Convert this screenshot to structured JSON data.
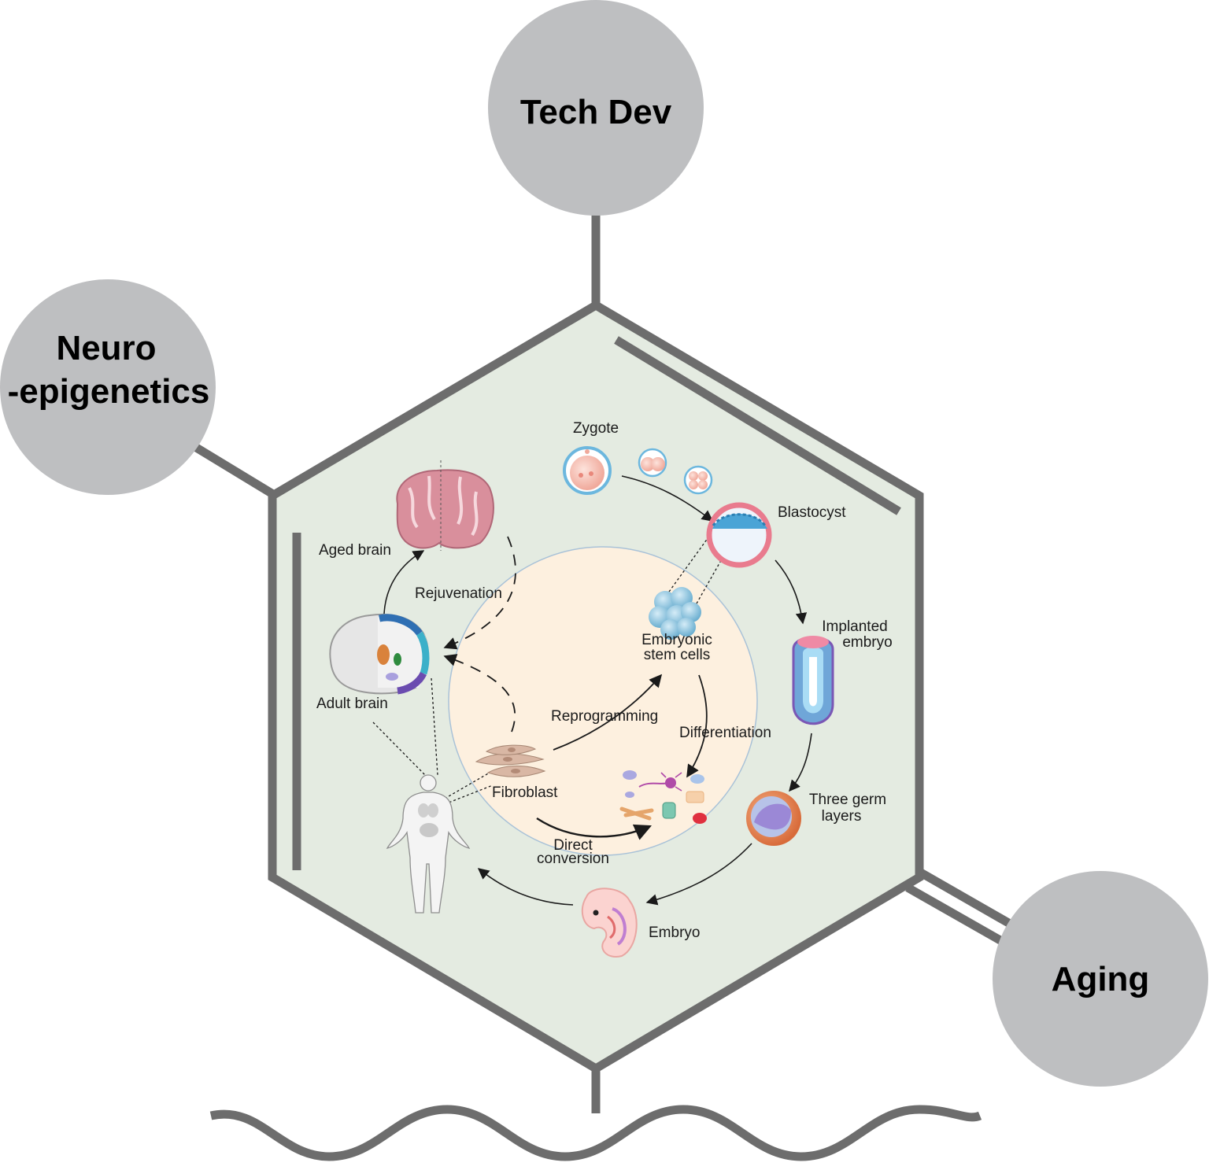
{
  "nodes": {
    "tech_dev": "Tech Dev",
    "neuro_line1": "Neuro",
    "neuro_line2": "-epigenetics",
    "aging": "Aging"
  },
  "cycle": {
    "zygote": "Zygote",
    "blastocyst": "Blastocyst",
    "implanted_line1": "Implanted",
    "implanted_line2": "embryo",
    "germ_line1": "Three germ",
    "germ_line2": "layers",
    "embryo": "Embryo",
    "adult_brain": "Adult brain",
    "aged_brain": "Aged brain",
    "rejuvenation": "Rejuvenation",
    "esc_line1": "Embryonic",
    "esc_line2": "stem cells",
    "reprogramming": "Reprogramming",
    "differentiation": "Differentiation",
    "fibroblast": "Fibroblast",
    "direct_line1": "Direct",
    "direct_line2": "conversion"
  },
  "colors": {
    "hexagon_fill": "#e4ebe1",
    "frame": "#6d6d6d",
    "node_fill": "#bebfc1",
    "inner_circle": "#fdf0df"
  }
}
